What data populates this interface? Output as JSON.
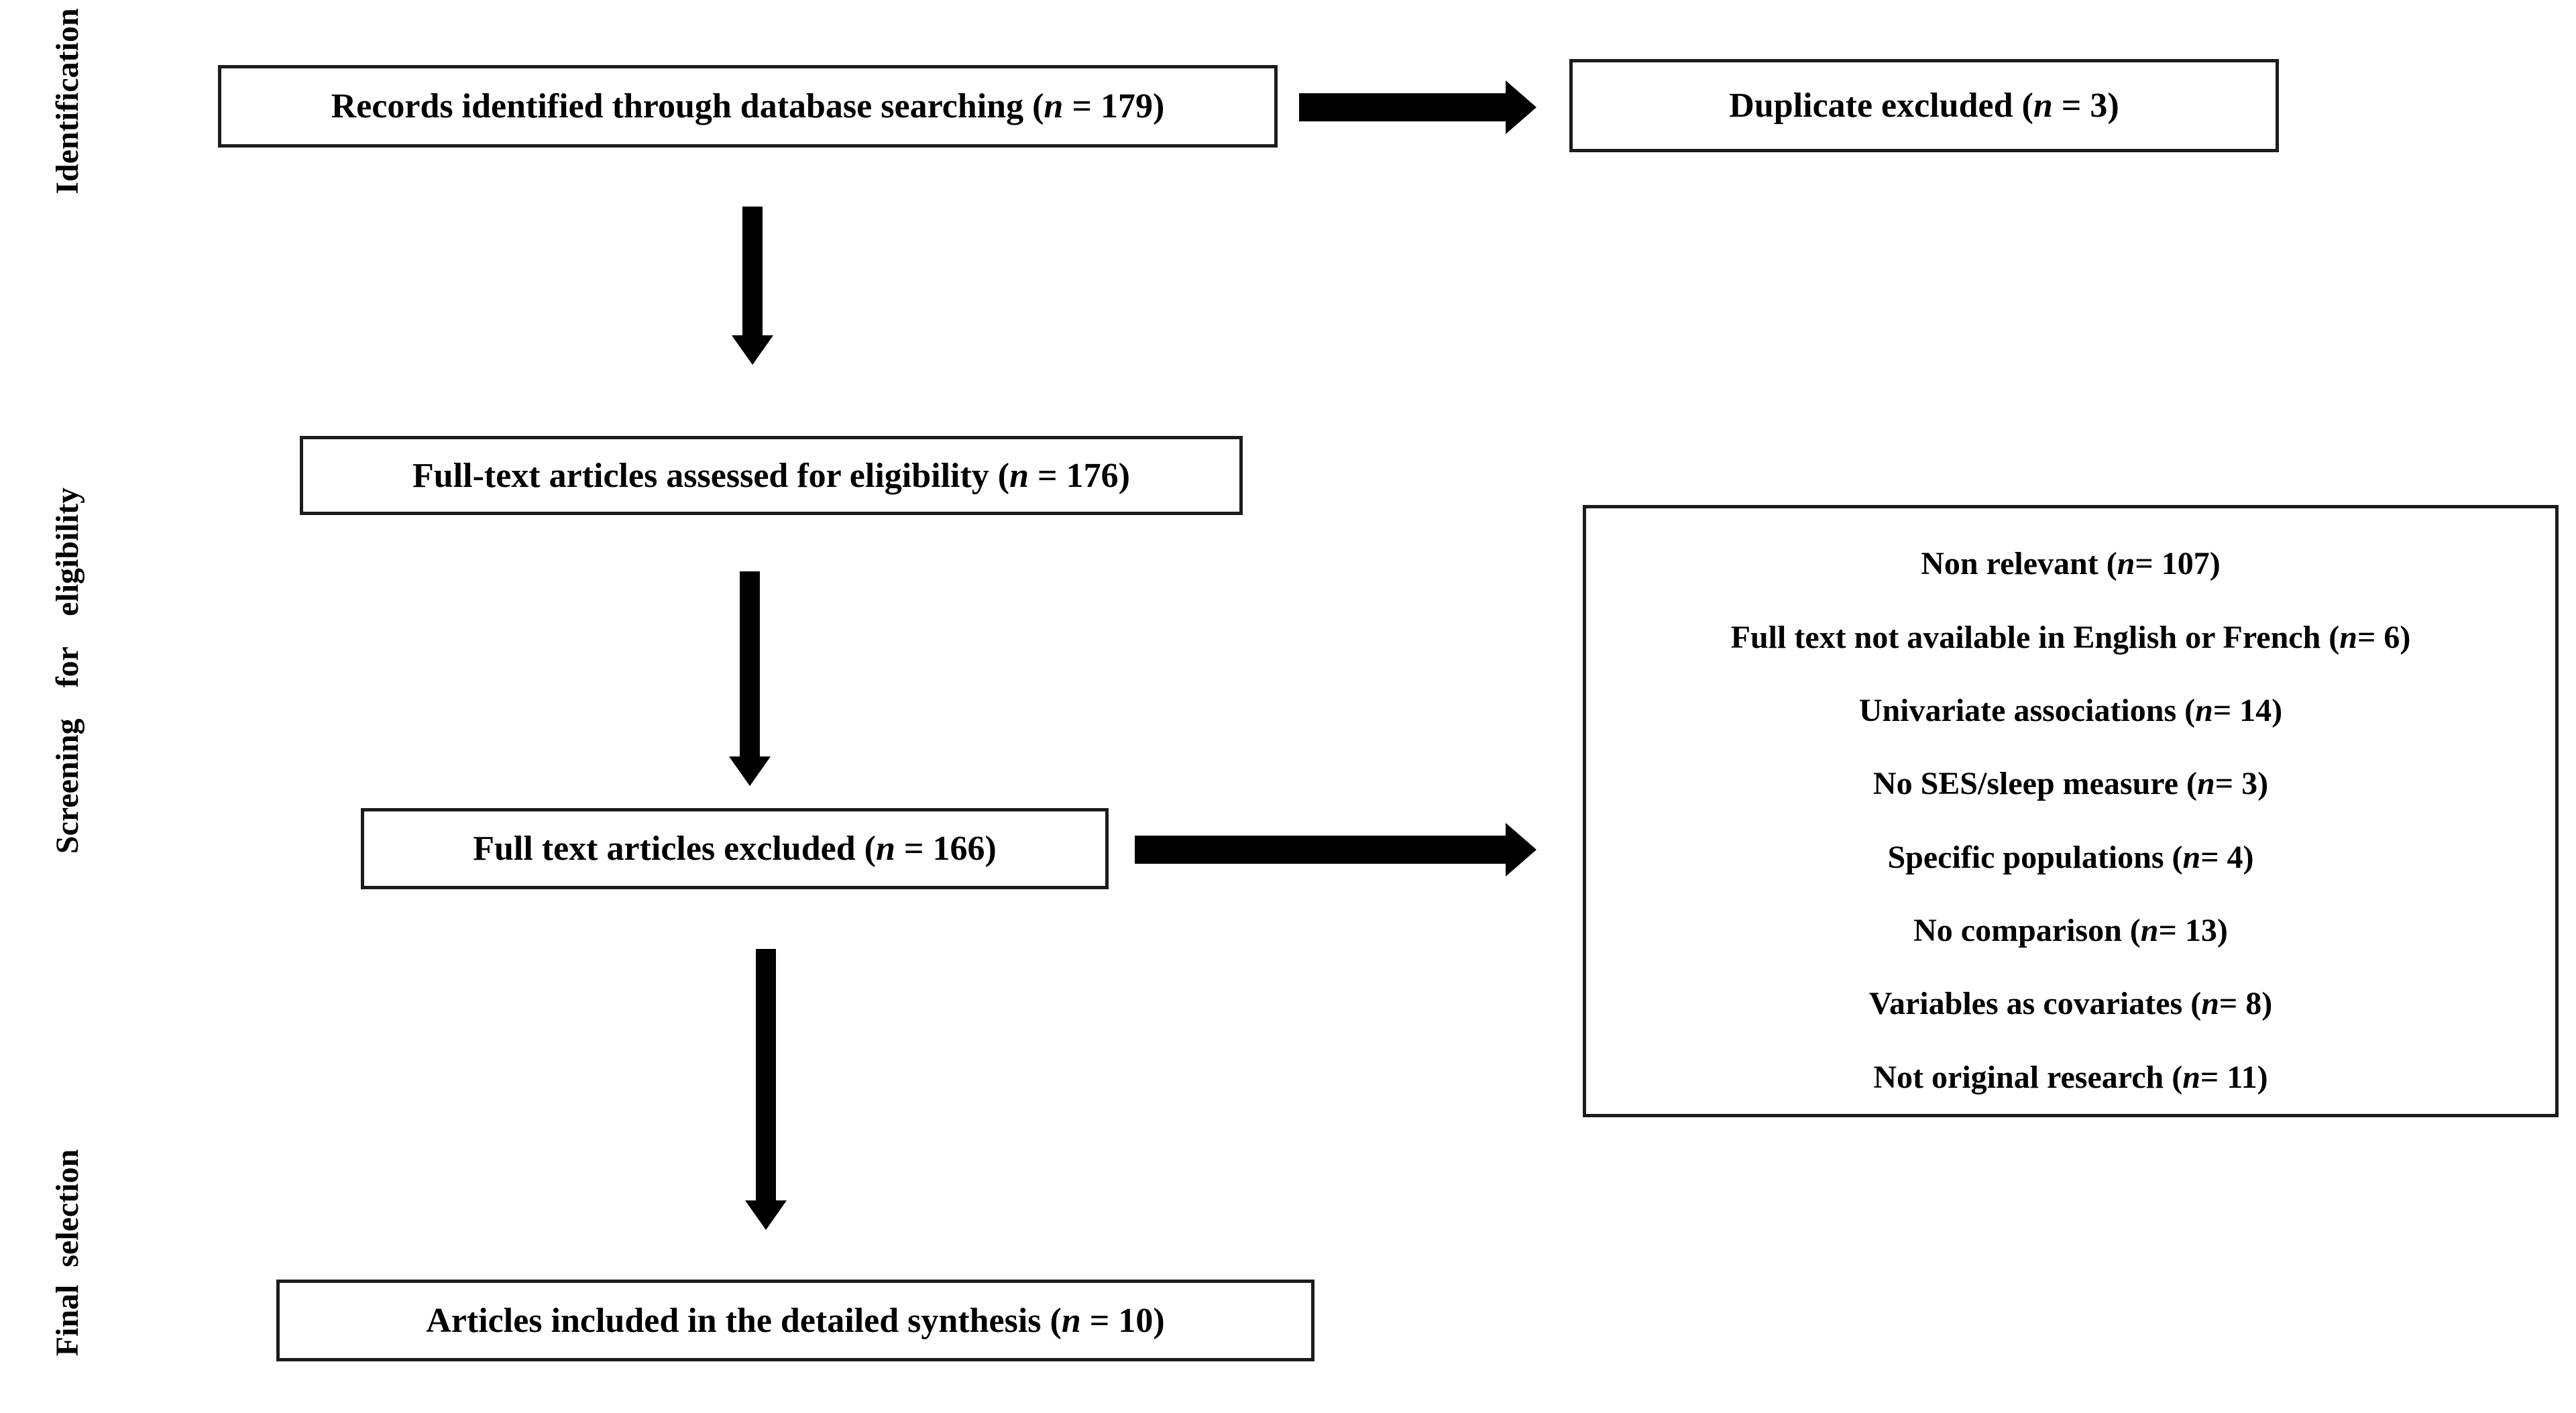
{
  "figure": {
    "stages": [
      {
        "label": "Identification"
      },
      {
        "label": "Screening for eligibility"
      },
      {
        "label": "Final selection"
      }
    ],
    "boxes": {
      "records_identified": "Records identified through database searching (n = 179)",
      "duplicate_excluded": "Duplicate excluded (n = 3)",
      "fulltext_assessed": "Full-text articles assessed for eligibility (n = 176)",
      "fulltext_excluded": "Full text articles excluded (n = 166)",
      "articles_included": "Articles included in the detailed synthesis (n = 10)"
    },
    "exclusion_reasons": [
      "Non relevant (n = 107)",
      "Full text not available in English or French (n = 6)",
      "Univariate associations (n = 14)",
      "No SES/sleep measure (n = 3)",
      "Specific populations (n = 4)",
      "No comparison (n = 13)",
      "Variables as covariates (n = 8)",
      "Not original research (n = 11)"
    ]
  },
  "colors": {
    "ink": "#000000",
    "border": "#1c1c1c",
    "background": "#ffffff"
  }
}
